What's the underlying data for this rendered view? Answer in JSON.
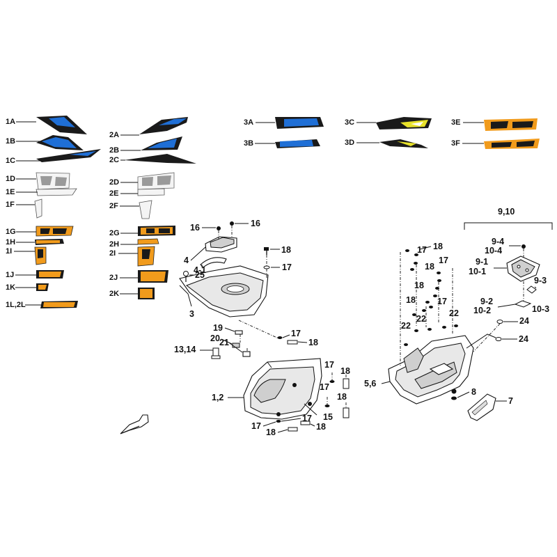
{
  "callouts": [
    {
      "id": "1A",
      "text": "1A"
    },
    {
      "id": "1B",
      "text": "1B"
    },
    {
      "id": "1C",
      "text": "1C"
    },
    {
      "id": "1D",
      "text": "1D"
    },
    {
      "id": "1E",
      "text": "1E"
    },
    {
      "id": "1F",
      "text": "1F"
    },
    {
      "id": "1G",
      "text": "1G"
    },
    {
      "id": "1H",
      "text": "1H"
    },
    {
      "id": "1I",
      "text": "1I"
    },
    {
      "id": "1J",
      "text": "1J"
    },
    {
      "id": "1K",
      "text": "1K"
    },
    {
      "id": "1L2L",
      "text": "1L,2L"
    },
    {
      "id": "2A",
      "text": "2A"
    },
    {
      "id": "2B",
      "text": "2B"
    },
    {
      "id": "2C",
      "text": "2C"
    },
    {
      "id": "2D",
      "text": "2D"
    },
    {
      "id": "2E",
      "text": "2E"
    },
    {
      "id": "2F",
      "text": "2F"
    },
    {
      "id": "2G",
      "text": "2G"
    },
    {
      "id": "2H",
      "text": "2H"
    },
    {
      "id": "2I",
      "text": "2I"
    },
    {
      "id": "2J",
      "text": "2J"
    },
    {
      "id": "2K",
      "text": "2K"
    },
    {
      "id": "3A",
      "text": "3A"
    },
    {
      "id": "3B",
      "text": "3B"
    },
    {
      "id": "3C",
      "text": "3C"
    },
    {
      "id": "3D",
      "text": "3D"
    },
    {
      "id": "3E",
      "text": "3E"
    },
    {
      "id": "3F",
      "text": "3F"
    },
    {
      "id": "p16a",
      "text": "16"
    },
    {
      "id": "p16b",
      "text": "16"
    },
    {
      "id": "p18a",
      "text": "18"
    },
    {
      "id": "p4",
      "text": "4"
    },
    {
      "id": "p17a",
      "text": "17"
    },
    {
      "id": "p4-1",
      "text": "4-1"
    },
    {
      "id": "p25",
      "text": "25"
    },
    {
      "id": "p3",
      "text": "3"
    },
    {
      "id": "p19",
      "text": "19"
    },
    {
      "id": "p17b",
      "text": "17"
    },
    {
      "id": "p20",
      "text": "20"
    },
    {
      "id": "p21",
      "text": "21"
    },
    {
      "id": "p18b",
      "text": "18"
    },
    {
      "id": "p13-14",
      "text": "13,14"
    },
    {
      "id": "p17c",
      "text": "17"
    },
    {
      "id": "p18c",
      "text": "18"
    },
    {
      "id": "p17d",
      "text": "17"
    },
    {
      "id": "p18d",
      "text": "18"
    },
    {
      "id": "p12",
      "text": "1,2"
    },
    {
      "id": "p15",
      "text": "15"
    },
    {
      "id": "p17e",
      "text": "17"
    },
    {
      "id": "p18e",
      "text": "18"
    },
    {
      "id": "p17f",
      "text": "17"
    },
    {
      "id": "p18f",
      "text": "18"
    },
    {
      "id": "p910",
      "text": "9,10"
    },
    {
      "id": "p9-4",
      "text": "9-4"
    },
    {
      "id": "p10-4",
      "text": "10-4"
    },
    {
      "id": "p9-1",
      "text": "9-1"
    },
    {
      "id": "p10-1",
      "text": "10-1"
    },
    {
      "id": "p9-3",
      "text": "9-3"
    },
    {
      "id": "p10-3",
      "text": "10-3"
    },
    {
      "id": "p9-2",
      "text": "9-2"
    },
    {
      "id": "p10-2",
      "text": "10-2"
    },
    {
      "id": "p24a",
      "text": "24"
    },
    {
      "id": "p24b",
      "text": "24"
    },
    {
      "id": "p56",
      "text": "5,6"
    },
    {
      "id": "p8",
      "text": "8"
    },
    {
      "id": "p7",
      "text": "7"
    },
    {
      "id": "f17a",
      "text": "17"
    },
    {
      "id": "f18a",
      "text": "18"
    },
    {
      "id": "f18b",
      "text": "18"
    },
    {
      "id": "f17b",
      "text": "17"
    },
    {
      "id": "f18c",
      "text": "18"
    },
    {
      "id": "f18d",
      "text": "18"
    },
    {
      "id": "f17c",
      "text": "17"
    },
    {
      "id": "f22a",
      "text": "22"
    },
    {
      "id": "f22b",
      "text": "22"
    },
    {
      "id": "f22c",
      "text": "22"
    }
  ]
}
